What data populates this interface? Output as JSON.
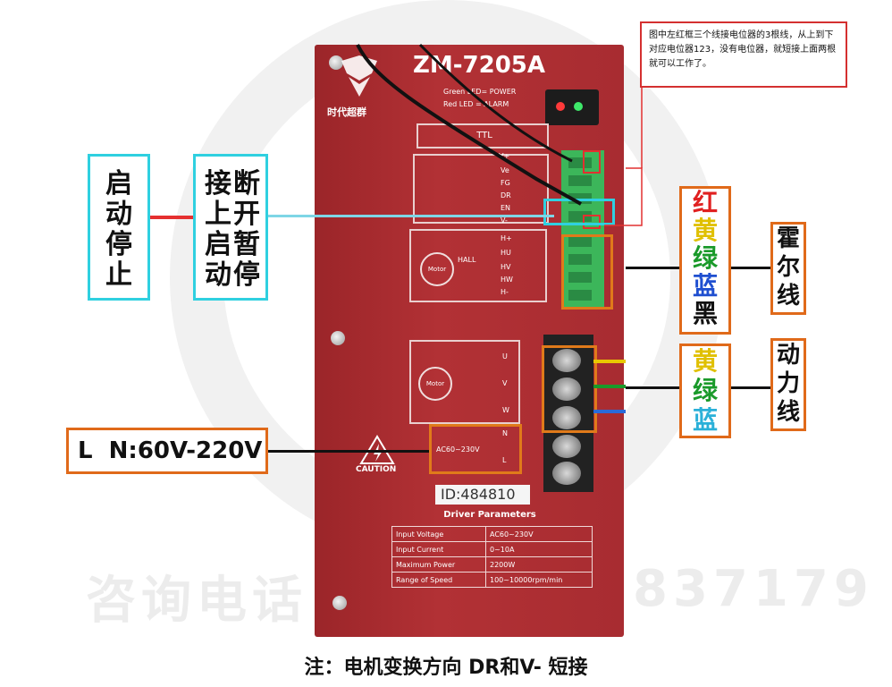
{
  "panel": {
    "model": "ZM-7205A",
    "brand": "时代超群",
    "led_line1": "Green LED= POWER",
    "led_line2": "Red LED = ALARM",
    "ttl": "TTL",
    "control_pins": [
      "V+",
      "Ve",
      "FG",
      "DR",
      "EN",
      "V-"
    ],
    "hall_label": "HALL",
    "hall_pins": [
      "H+",
      "HU",
      "HV",
      "HW",
      "H-"
    ],
    "motor_label": "Motor",
    "phase_pins": [
      "U",
      "V",
      "W"
    ],
    "power_pins": [
      "N",
      "L"
    ],
    "ac_label": "AC60~230V",
    "caution": "CAUTION",
    "id": "ID:484810"
  },
  "params": {
    "title": "Driver Parameters",
    "rows": [
      [
        "Input Voltage",
        "AC60~230V"
      ],
      [
        "Input Current",
        "0~10A"
      ],
      [
        "Maximum Power",
        "2200W"
      ],
      [
        "Range of Speed",
        "100~10000rpm/min"
      ]
    ]
  },
  "annotations": {
    "start_stop": "启动停止",
    "brake_col1": "断开暂停",
    "brake_col2": "接上启动",
    "hall_colors": [
      {
        "text": "红",
        "color": "#e02020"
      },
      {
        "text": "黄",
        "color": "#e0c000"
      },
      {
        "text": "绿",
        "color": "#1a9a2a"
      },
      {
        "text": "蓝",
        "color": "#1f4fd0"
      },
      {
        "text": "黑",
        "color": "#111111"
      }
    ],
    "hall_wire": "霍尔线",
    "power_colors": [
      {
        "text": "黄",
        "color": "#e0c000"
      },
      {
        "text": "绿",
        "color": "#1a9a2a"
      },
      {
        "text": "蓝",
        "color": "#2ab0d8"
      }
    ],
    "power_wire": "动力线",
    "ln_label": "L  N:60V-220V",
    "note": "图中左红框三个线接电位器的3根线，从上到下对应电位器123，没有电位器，就短接上面两根就可以工作了。"
  },
  "watermark": {
    "left": "咨询电话",
    "right": "837179"
  },
  "caption": "注：电机变换方向 DR和V- 短接"
}
